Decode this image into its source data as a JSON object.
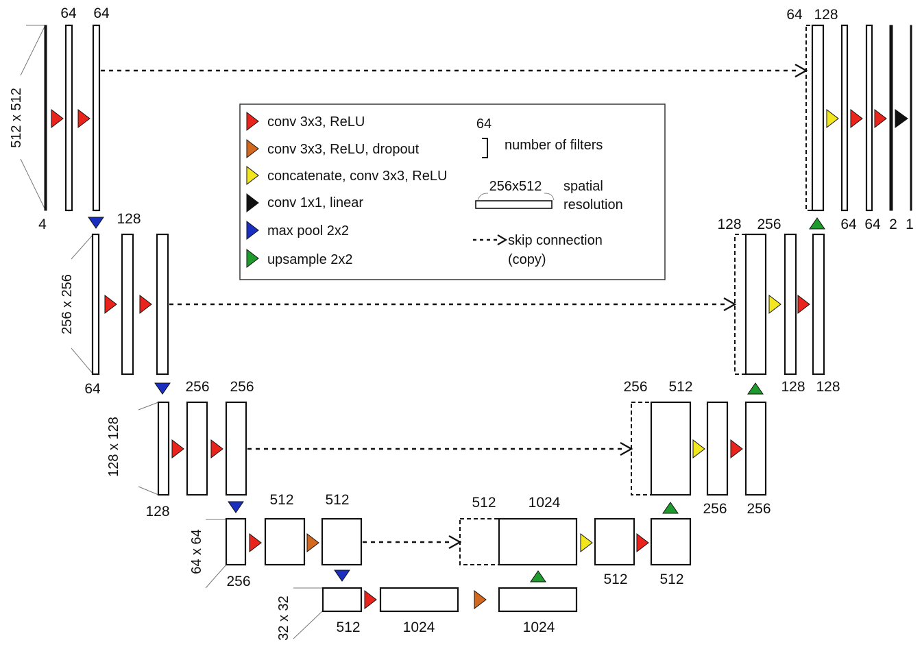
{
  "colors": {
    "conv_relu": "#e8241c",
    "conv_relu_dropout": "#d2691e",
    "concat_conv_relu": "#f2e61e",
    "conv1x1_linear": "#111111",
    "maxpool": "#1a2fbf",
    "upsample": "#1f9a2c",
    "outline": "#111111"
  },
  "legend": {
    "items": [
      {
        "label": "conv 3x3,  ReLU",
        "color": "#e8241c"
      },
      {
        "label": "conv 3x3,  ReLU,  dropout",
        "color": "#d2691e"
      },
      {
        "label": "concatenate, conv  3x3,  ReLU",
        "color": "#f2e61e"
      },
      {
        "label": "conv  1x1,  linear",
        "color": "#111111"
      },
      {
        "label": "max  pool  2x2",
        "color": "#1a2fbf",
        "direction": "down"
      },
      {
        "label": "upsample  2x2",
        "color": "#1f9a2c",
        "direction": "up"
      }
    ],
    "filters_number": "64",
    "filters_label": "number  of filters",
    "res_example": "256x512",
    "res_label_1": "spatial",
    "res_label_2": "resolution",
    "skip_label_1": "skip  connection",
    "skip_label_2": "(copy)"
  },
  "resolutions": {
    "l1": "512 x 512",
    "l2": "256 x 256",
    "l3": "128 x 128",
    "l4": "64 x 64",
    "l5": "32 x 32"
  },
  "labels": {
    "enc1_in": "4",
    "enc1_a": "64",
    "enc1_b": "64",
    "enc2_in": "64",
    "enc2_a": "128",
    "enc3_in": "128",
    "enc3_a": "256",
    "enc3_b": "256",
    "enc4_in": "256",
    "enc4_a": "512",
    "enc4_b": "512",
    "bot_in": "512",
    "bot_a": "1024",
    "bot_b": "1024",
    "dec4_skip": "512",
    "dec4_up": "1024",
    "dec4_a": "512",
    "dec4_b": "512",
    "dec3_skip": "256",
    "dec3_up": "512",
    "dec3_a": "256",
    "dec3_b": "256",
    "dec2_skip": "128",
    "dec2_up": "256",
    "dec2_a": "128",
    "dec2_b": "128",
    "dec1_skip": "64",
    "dec1_up": "128",
    "dec1_a": "64",
    "dec1_b": "64",
    "out_a": "2",
    "out_b": "1"
  }
}
